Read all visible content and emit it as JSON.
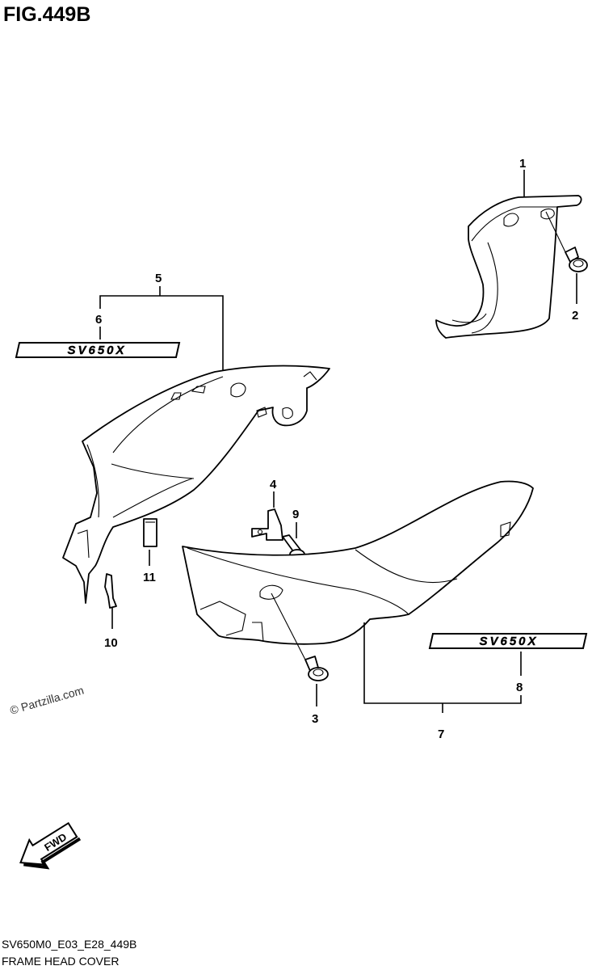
{
  "figure": {
    "title": "FIG.449B",
    "code": "SV650M0_E03_E28_449B",
    "caption": "FRAME HEAD COVER",
    "watermark": "© Partzilla.com",
    "fwd_label": "FWD"
  },
  "callouts": [
    {
      "id": "1",
      "label": "1"
    },
    {
      "id": "2",
      "label": "2"
    },
    {
      "id": "3",
      "label": "3"
    },
    {
      "id": "4",
      "label": "4"
    },
    {
      "id": "5",
      "label": "5"
    },
    {
      "id": "6",
      "label": "6"
    },
    {
      "id": "7",
      "label": "7"
    },
    {
      "id": "8",
      "label": "8"
    },
    {
      "id": "9",
      "label": "9"
    },
    {
      "id": "10",
      "label": "10"
    },
    {
      "id": "11",
      "label": "11"
    }
  ],
  "emblems": [
    {
      "id": "emblem-upper",
      "text": "SV650X"
    },
    {
      "id": "emblem-lower",
      "text": "SV650X"
    }
  ]
}
